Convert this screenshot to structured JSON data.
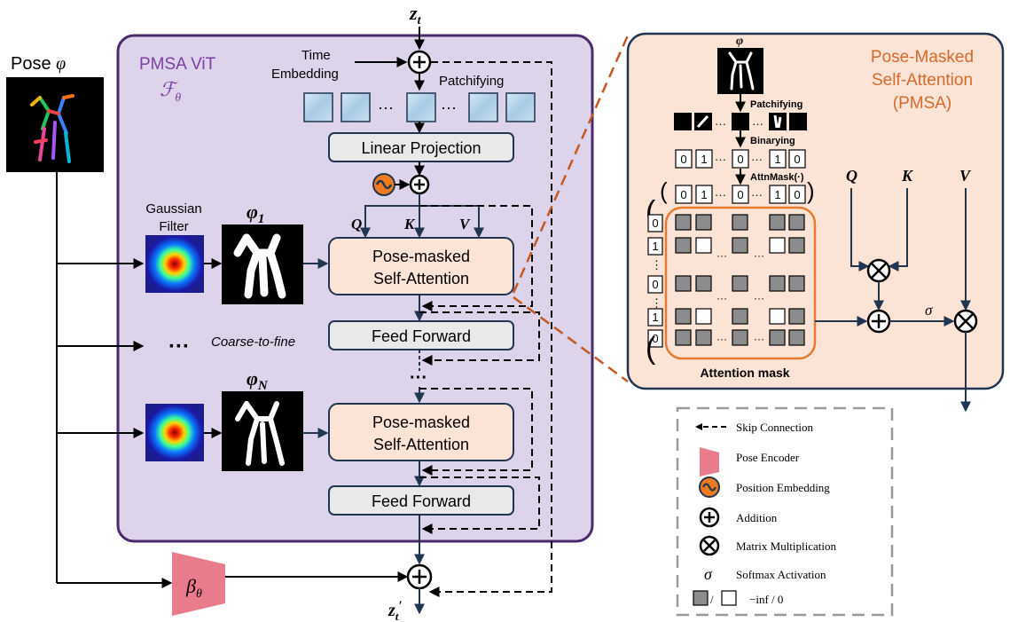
{
  "input": {
    "pose_label": "Pose",
    "pose_symbol": "φ",
    "zt": "z",
    "zt_sub": "t",
    "zt_out": "z",
    "zt_out_sub": "t",
    "zt_out_prime": "′"
  },
  "vit": {
    "title": "PMSA ViT",
    "symbol": "ℱ",
    "symbol_sub": "θ",
    "time_embedding_line1": "Time",
    "time_embedding_line2": "Embedding",
    "patchifying": "Patchifying",
    "ellipsis": "···",
    "linear_projection": "Linear Projection",
    "gaussian_line1": "Gaussian",
    "gaussian_line2": "Filter",
    "phi1": "φ",
    "phi1_sub": "1",
    "phiN": "φ",
    "phiN_sub": "N",
    "q": "Q",
    "k": "K",
    "v": "V",
    "pmsa_line1": "Pose-masked",
    "pmsa_line2": "Self-Attention",
    "feed_forward": "Feed Forward",
    "coarse_to_fine": "Coarse-to-fine",
    "dots": "···",
    "encoder_symbol": "β",
    "encoder_sub": "θ"
  },
  "pmsa_panel": {
    "title_line1": "Pose-Masked",
    "title_line2": "Self-Attention",
    "title_line3": "(PMSA)",
    "phi": "φ",
    "patchifying": "Patchifying",
    "binarying": "Binarying",
    "attnmask": "AttnMask(·)",
    "bits": [
      "0",
      "1",
      "0",
      "1",
      "0"
    ],
    "col_bits": [
      "0",
      "1",
      "0",
      "1",
      "0"
    ],
    "q": "Q",
    "k": "K",
    "v": "V",
    "sigma": "σ",
    "attention_mask": "Attention mask",
    "ellipsis": "···",
    "vdots": "⋮"
  },
  "legend": {
    "items": [
      {
        "icon": "skip-connection-icon",
        "label": "Skip Connection"
      },
      {
        "icon": "pose-encoder-icon",
        "label": "Pose Encoder"
      },
      {
        "icon": "position-embedding-icon",
        "label": "Position Embedding"
      },
      {
        "icon": "addition-icon",
        "label": "Addition"
      },
      {
        "icon": "matrix-multiplication-icon",
        "label": "Matrix Multiplication"
      },
      {
        "icon": "softmax-icon",
        "label": "Softmax Activation"
      },
      {
        "icon": "mask-cells-icon",
        "label": "−inf / 0"
      }
    ],
    "sigma": "σ",
    "slash": "/"
  },
  "colors": {
    "vit_bg": "#ddd3ea",
    "vit_border": "#4b2a6b",
    "vit_title": "#7a3fa5",
    "panel_bg": "#fbe3d6",
    "panel_title": "#d86a2a",
    "pmsa_box": "#fbe3d6",
    "pmsa_border": "#e87a2e",
    "gray_box": "#e9e9e9",
    "arrow": "#1f3550",
    "encoder": "#ea7b8c",
    "mask_gray": "#8c8c8c"
  }
}
